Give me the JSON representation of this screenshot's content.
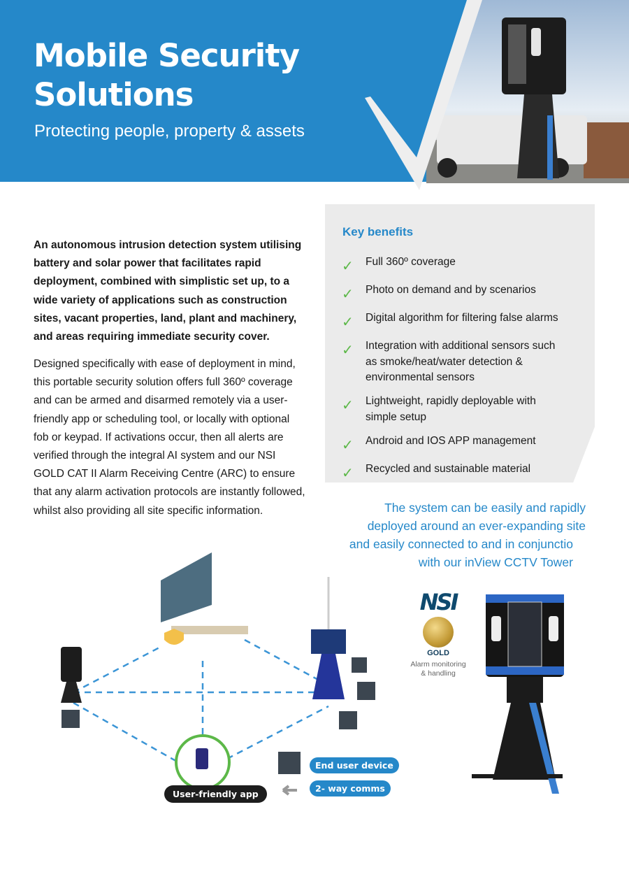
{
  "header": {
    "title_line1": "Mobile Security",
    "title_line2": "Solutions",
    "subtitle": "Protecting people, property & assets"
  },
  "intro": "An autonomous intrusion detection system utilising battery and solar power that facilitates rapid deployment, combined with simplistic set up, to a wide variety of applications such as construction sites, vacant properties, land, plant and machinery, and areas requiring immediate security cover.",
  "body": "Designed specifically with ease of deployment in mind, this portable security solution offers full 360º coverage and can be armed and disarmed remotely via a user-friendly app or scheduling tool, or locally with optional fob or keypad. If activations occur, then all alerts are verified through the integral AI system and our NSI GOLD CAT II Alarm Receiving Centre (ARC) to ensure that any alarm activation protocols are instantly followed, whilst also providing all site specific information.",
  "key_benefits": {
    "title": "Key benefits",
    "items": [
      "Full 360º coverage",
      "Photo on demand and by scenarios",
      "Digital algorithm for filtering false alarms",
      "Integration with additional sensors such as smoke/heat/water detection & environmental sensors",
      "Lightweight, rapidly deployable with simple setup",
      "Android and IOS APP management",
      "Recycled and sustainable material"
    ]
  },
  "quote": [
    "The system can be easily and rapidly",
    "deployed around an ever-expanding site",
    "and easily connected to and in conjunctio",
    "with our inView CCTV Tower"
  ],
  "nsi": {
    "logo": "NSI",
    "badge": "GOLD",
    "caption_line1": "Alarm monitoring",
    "caption_line2": "& handling"
  },
  "diagram": {
    "app_label": "User-friendly app",
    "legend_device": "End user device",
    "legend_comms": "2- way comms"
  },
  "colors": {
    "brand_blue": "#2588c9",
    "tick_green": "#5cb848",
    "panel_gray": "#ebebeb"
  }
}
